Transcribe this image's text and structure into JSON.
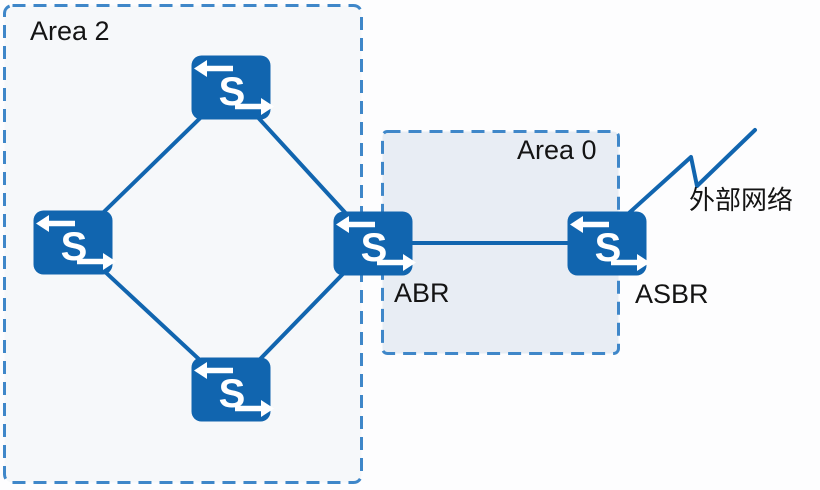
{
  "areas": {
    "area2": {
      "label": "Area 2"
    },
    "area0": {
      "label": "Area 0"
    }
  },
  "nodes": {
    "switch_letter": "S",
    "abr_label": "ABR",
    "asbr_label": "ASBR"
  },
  "external_network_label": "外部网络",
  "colors": {
    "page_bg": "#fdfdfe",
    "switch_fill": "#1165af",
    "link": "#1165af",
    "area_border": "#3f87c9",
    "area2_fill": "#f6f8fa",
    "area0_fill": "#e8edf4",
    "label_text": "#141414",
    "icon_glyph": "#ffffff"
  }
}
